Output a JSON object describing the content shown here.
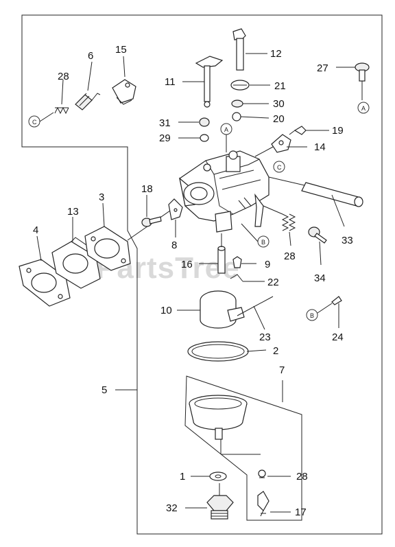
{
  "watermark": "PartsTree",
  "callouts": [
    {
      "id": "label-1",
      "text": "1"
    },
    {
      "id": "label-2",
      "text": "2"
    },
    {
      "id": "label-3",
      "text": "3"
    },
    {
      "id": "label-4",
      "text": "4"
    },
    {
      "id": "label-5",
      "text": "5"
    },
    {
      "id": "label-6",
      "text": "6"
    },
    {
      "id": "label-7",
      "text": "7"
    },
    {
      "id": "label-8",
      "text": "8"
    },
    {
      "id": "label-9",
      "text": "9"
    },
    {
      "id": "label-10",
      "text": "10"
    },
    {
      "id": "label-11",
      "text": "11"
    },
    {
      "id": "label-12",
      "text": "12"
    },
    {
      "id": "label-13",
      "text": "13"
    },
    {
      "id": "label-14",
      "text": "14"
    },
    {
      "id": "label-15",
      "text": "15"
    },
    {
      "id": "label-16",
      "text": "16"
    },
    {
      "id": "label-17",
      "text": "17"
    },
    {
      "id": "label-18",
      "text": "18"
    },
    {
      "id": "label-19",
      "text": "19"
    },
    {
      "id": "label-20",
      "text": "20"
    },
    {
      "id": "label-21",
      "text": "21"
    },
    {
      "id": "label-22",
      "text": "22"
    },
    {
      "id": "label-23",
      "text": "23"
    },
    {
      "id": "label-24",
      "text": "24"
    },
    {
      "id": "label-27",
      "text": "27"
    },
    {
      "id": "label-28-a",
      "text": "28"
    },
    {
      "id": "label-28-b",
      "text": "28"
    },
    {
      "id": "label-28-c",
      "text": "28"
    },
    {
      "id": "label-29",
      "text": "29"
    },
    {
      "id": "label-30",
      "text": "30"
    },
    {
      "id": "label-31",
      "text": "31"
    },
    {
      "id": "label-32",
      "text": "32"
    },
    {
      "id": "label-33",
      "text": "33"
    },
    {
      "id": "label-34",
      "text": "34"
    }
  ],
  "reference_marks": [
    {
      "id": "ref-c-left",
      "text": "C"
    },
    {
      "id": "ref-a-right",
      "text": "A"
    },
    {
      "id": "ref-a-body",
      "text": "A"
    },
    {
      "id": "ref-c-body",
      "text": "C"
    },
    {
      "id": "ref-b-body",
      "text": "B"
    },
    {
      "id": "ref-b-right",
      "text": "B"
    }
  ]
}
